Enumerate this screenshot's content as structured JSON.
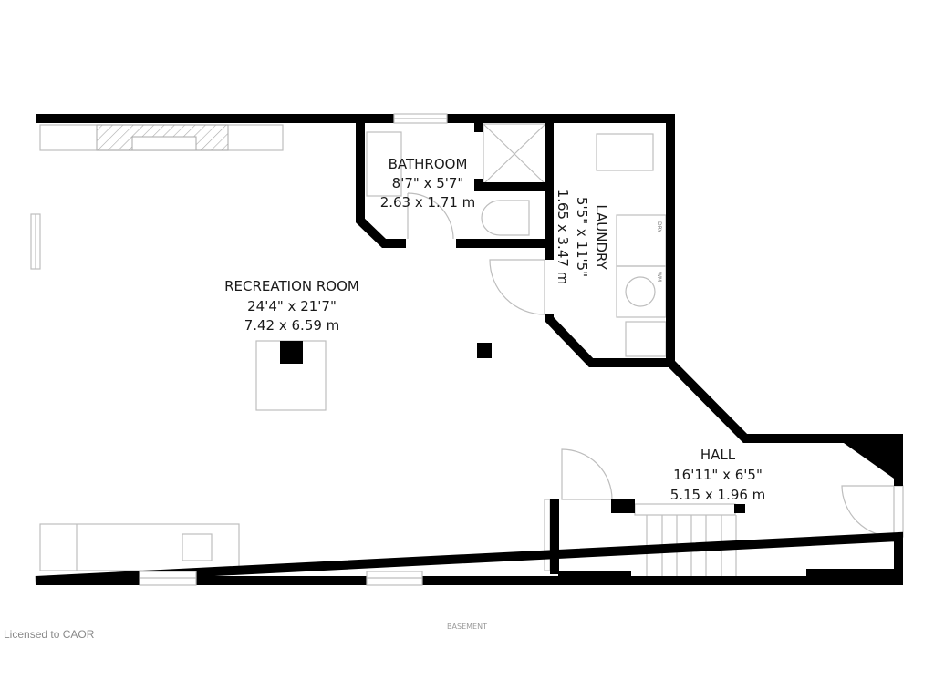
{
  "floor_name": "BASEMENT",
  "license": "Licensed to CAOR",
  "rooms": {
    "recreation": {
      "name": "RECREATION ROOM",
      "imperial": "24'4\" x 21'7\"",
      "metric": "7.42 x 6.59 m"
    },
    "bathroom": {
      "name": "BATHROOM",
      "imperial": "8'7\" x 5'7\"",
      "metric": "2.63 x 1.71 m"
    },
    "laundry": {
      "name": "LAUNDRY",
      "imperial": "5'5\" x 11'5\"",
      "metric": "1.65 x 3.47 m"
    },
    "hall": {
      "name": "HALL",
      "imperial": "16'11\" x 6'5\"",
      "metric": "5.15 x 1.96 m"
    }
  },
  "appliances": {
    "dryer": "DRY",
    "washer": "WM"
  }
}
